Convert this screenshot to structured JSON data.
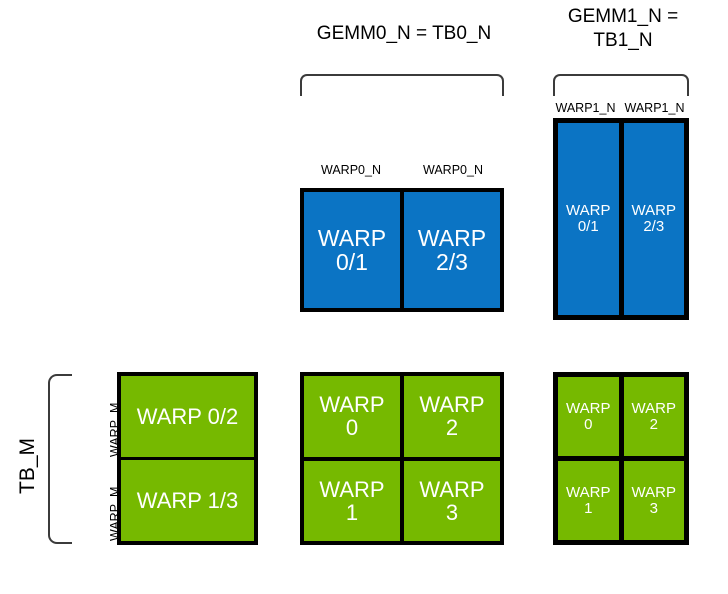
{
  "diagram": {
    "title_gemm0": "GEMM0_N = TB0_N",
    "title_gemm1": "GEMM1_N =\nTB1_N",
    "label_tb_m": "TB_M",
    "column_labels": {
      "warp0_n_left": "WARP0_N",
      "warp0_n_right": "WARP0_N",
      "warp1_n_left": "WARP1_N",
      "warp1_n_right": "WARP1_N"
    },
    "row_labels": {
      "warp_m_top": "WARP_M",
      "warp_m_bottom": "WARP_M"
    },
    "colors": {
      "blue": "#0b74c4",
      "green": "#76b900",
      "border": "#000000",
      "bracket": "#3b3b3b",
      "text_on_fill": "#ffffff",
      "background": "#ffffff"
    },
    "blocks": {
      "blue_mid": {
        "cells": [
          {
            "line1": "WARP",
            "line2": "0/1"
          },
          {
            "line1": "WARP",
            "line2": "2/3"
          }
        ]
      },
      "blue_right": {
        "cells": [
          {
            "line1": "WARP",
            "line2": "0/1"
          },
          {
            "line1": "WARP",
            "line2": "2/3"
          }
        ]
      },
      "green_left": {
        "cells": [
          {
            "line1": "WARP 0/2"
          },
          {
            "line1": "WARP 1/3"
          }
        ]
      },
      "green_mid": {
        "cells": [
          {
            "line1": "WARP",
            "line2": "0"
          },
          {
            "line1": "WARP",
            "line2": "1"
          },
          {
            "line1": "WARP",
            "line2": "2"
          },
          {
            "line1": "WARP",
            "line2": "3"
          }
        ]
      },
      "green_right": {
        "cells": [
          {
            "line1": "WARP",
            "line2": "0"
          },
          {
            "line1": "WARP",
            "line2": "1"
          },
          {
            "line1": "WARP",
            "line2": "2"
          },
          {
            "line1": "WARP",
            "line2": "3"
          }
        ]
      }
    }
  }
}
